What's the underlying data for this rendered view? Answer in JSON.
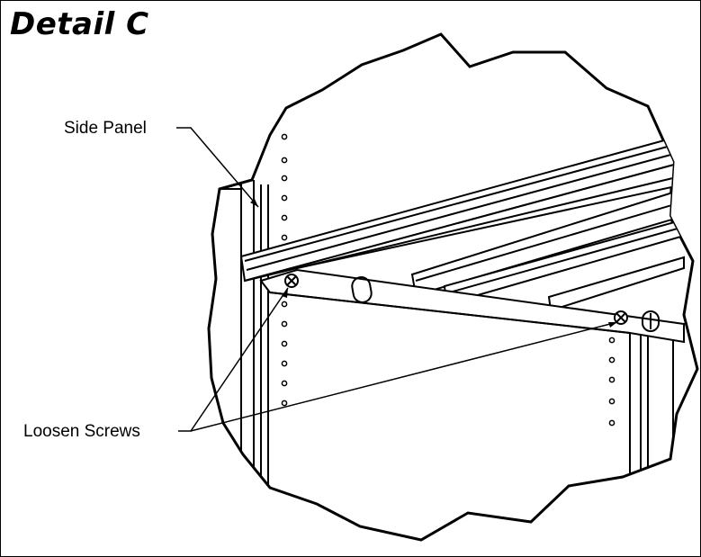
{
  "title": "Detail C",
  "callouts": {
    "side_panel": "Side Panel",
    "loosen_screws": "Loosen Screws"
  }
}
